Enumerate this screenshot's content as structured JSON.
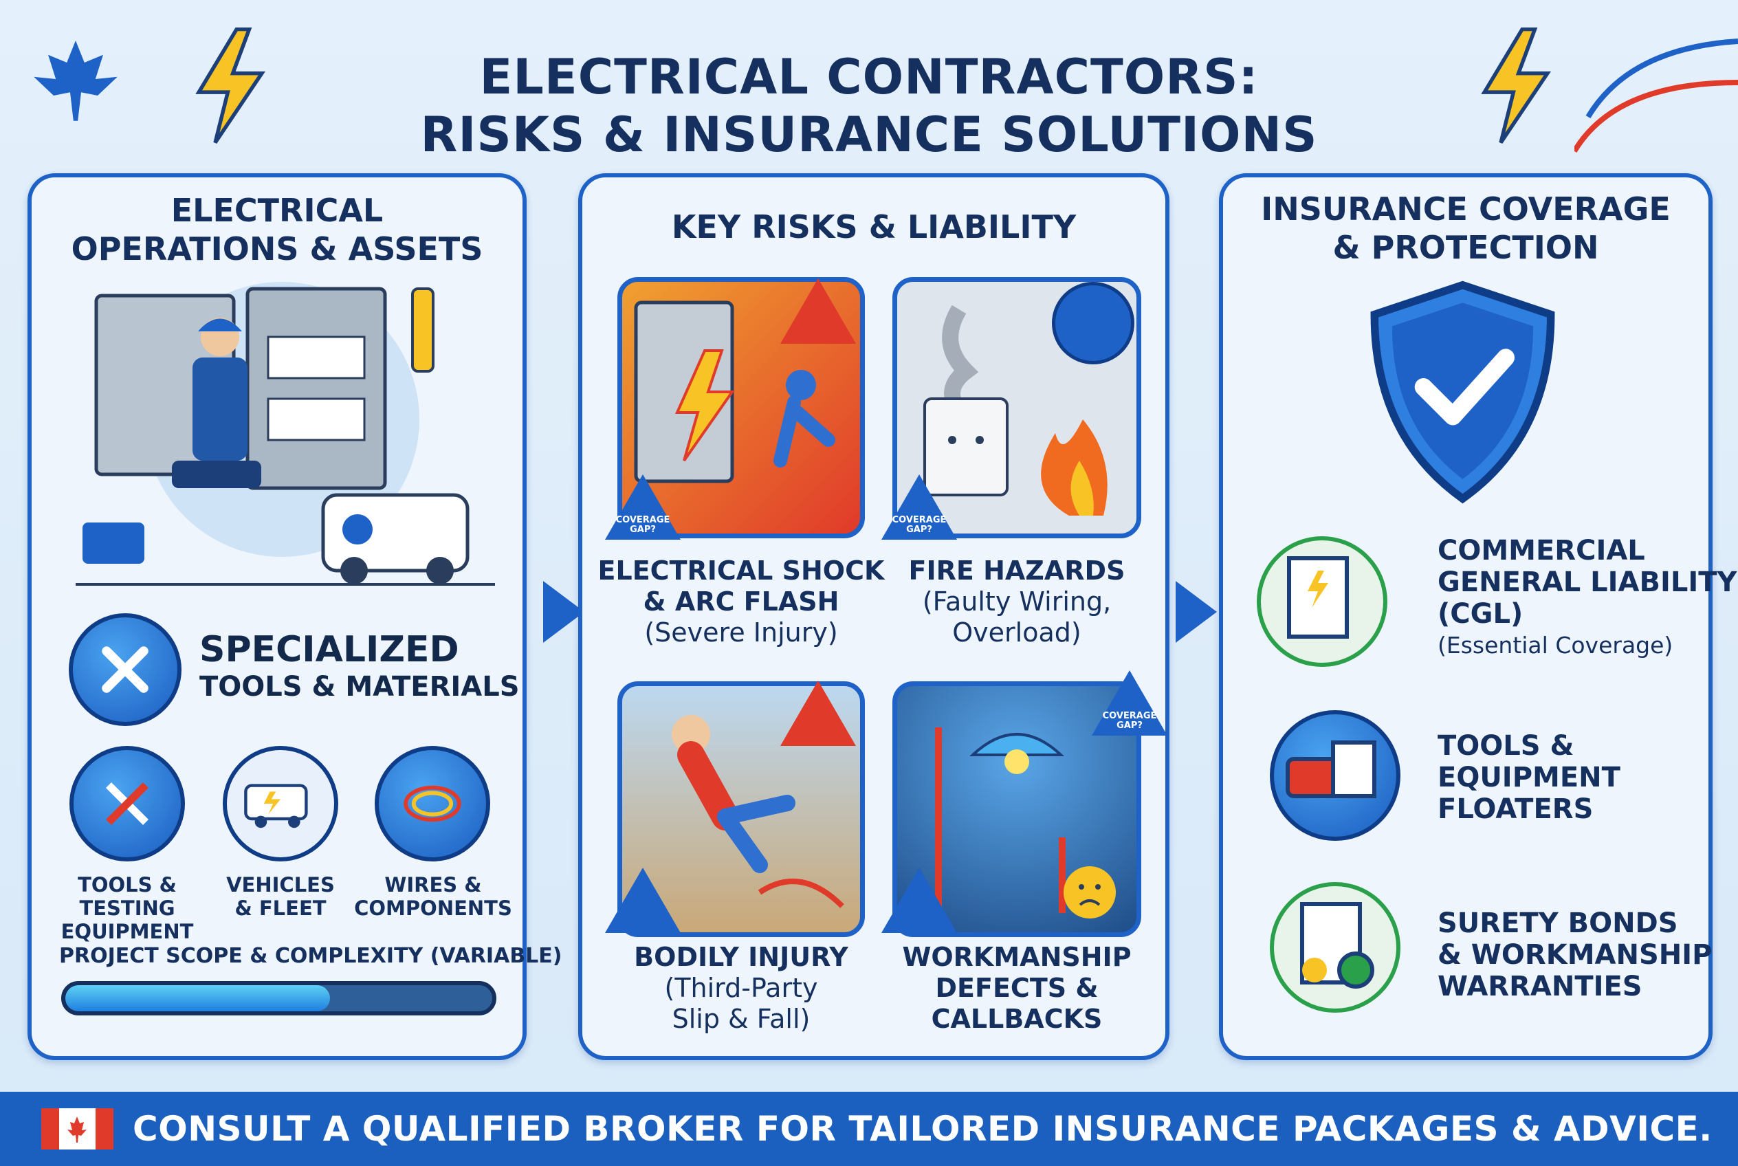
{
  "title": {
    "line1": "ELECTRICAL CONTRACTORS:",
    "line2": "RISKS & INSURANCE SOLUTIONS"
  },
  "operations": {
    "heading1": "ELECTRICAL",
    "heading2": "OPERATIONS & ASSETS",
    "specialized": {
      "line1": "SPECIALIZED",
      "line2": "TOOLS & MATERIALS",
      "icon": "wrench-screwdriver-icon"
    },
    "assets": [
      {
        "line1": "TOOLS & TESTING",
        "line2": "EQUIPMENT",
        "icon": "tools-icon"
      },
      {
        "line1": "VEHICLES",
        "line2": "& FLEET",
        "icon": "van-icon"
      },
      {
        "line1": "WIRES &",
        "line2": "COMPONENTS",
        "icon": "wire-coil-icon"
      }
    ],
    "progress": {
      "label": "PROJECT SCOPE & COMPLEXITY (VARIABLE)",
      "value": 0.62
    }
  },
  "risks": {
    "heading": "KEY RISKS & LIABILITY",
    "badge": "COVERAGE GAP?",
    "cards": [
      {
        "line1": "ELECTRICAL SHOCK",
        "line2": "& ARC FLASH",
        "line3": "(Severe Injury)"
      },
      {
        "line1": "FIRE HAZARDS",
        "line2": "(Faulty Wiring,",
        "line3": "Overload)"
      },
      {
        "line1": "BODILY INJURY",
        "line2": "(Third-Party",
        "line3": "Slip & Fall)"
      },
      {
        "line1": "WORKMANSHIP",
        "line2": "DEFECTS &",
        "line3": "CALLBACKS"
      }
    ]
  },
  "coverage": {
    "heading1": "INSURANCE COVERAGE",
    "heading2": "& PROTECTION",
    "items": [
      {
        "line1": "COMMERCIAL",
        "line2": "GENERAL LIABILITY",
        "line3": "(CGL)",
        "note": "(Essential Coverage)"
      },
      {
        "line1": "TOOLS &",
        "line2": "EQUIPMENT",
        "line3": "FLOATERS"
      },
      {
        "line1": "SURETY BONDS",
        "line2": "& WORKMANSHIP",
        "line3": "WARRANTIES"
      }
    ]
  },
  "footer": {
    "text": "CONSULT A QUALIFIED BROKER FOR TAILORED INSURANCE PACKAGES & ADVICE."
  },
  "colors": {
    "accent": "#1e62c8",
    "footer": "#1b5fbf",
    "danger": "#e03a2a",
    "bolt": "#f7c325"
  }
}
